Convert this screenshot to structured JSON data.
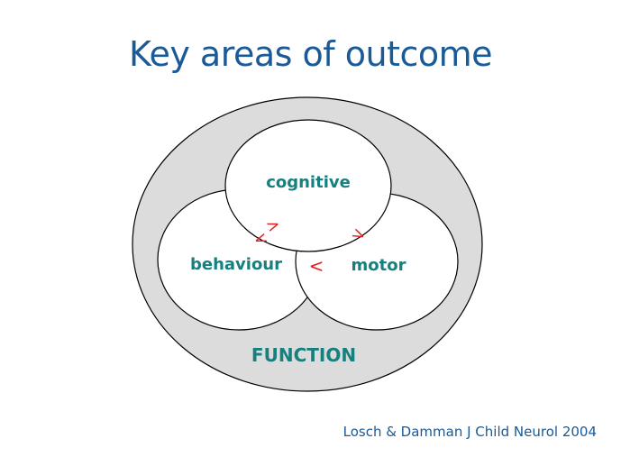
{
  "title": "Key areas of outcome",
  "diagram": {
    "outer_label": "FUNCTION",
    "circles": {
      "top": "cognitive",
      "left": "behaviour",
      "right": "motor"
    },
    "arrows": {
      "cognitive_to_behaviour": ">",
      "behaviour_to_cognitive": "<",
      "cognitive_to_motor": ">",
      "behaviour_motor": "<"
    },
    "colors": {
      "outer_fill": "#dcdcdc",
      "circle_fill": "#ffffff",
      "label_color": "#17807f",
      "arrow_color": "#e02020",
      "title_color": "#1a5a96"
    }
  },
  "citation": "Losch & Damman J Child Neurol 2004"
}
